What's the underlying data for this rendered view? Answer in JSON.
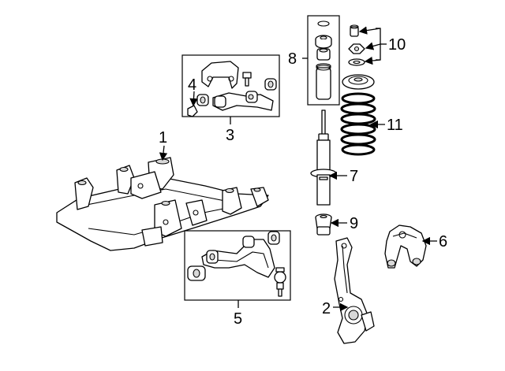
{
  "diagram": {
    "callouts": [
      {
        "id": "1",
        "label": "1"
      },
      {
        "id": "2",
        "label": "2"
      },
      {
        "id": "3",
        "label": "3"
      },
      {
        "id": "4",
        "label": "4"
      },
      {
        "id": "5",
        "label": "5"
      },
      {
        "id": "6",
        "label": "6"
      },
      {
        "id": "7",
        "label": "7"
      },
      {
        "id": "8",
        "label": "8"
      },
      {
        "id": "9",
        "label": "9"
      },
      {
        "id": "10",
        "label": "10"
      },
      {
        "id": "11",
        "label": "11"
      }
    ],
    "colors": {
      "line": "#000000",
      "background": "#ffffff",
      "shade": "#d8d8d8"
    }
  }
}
